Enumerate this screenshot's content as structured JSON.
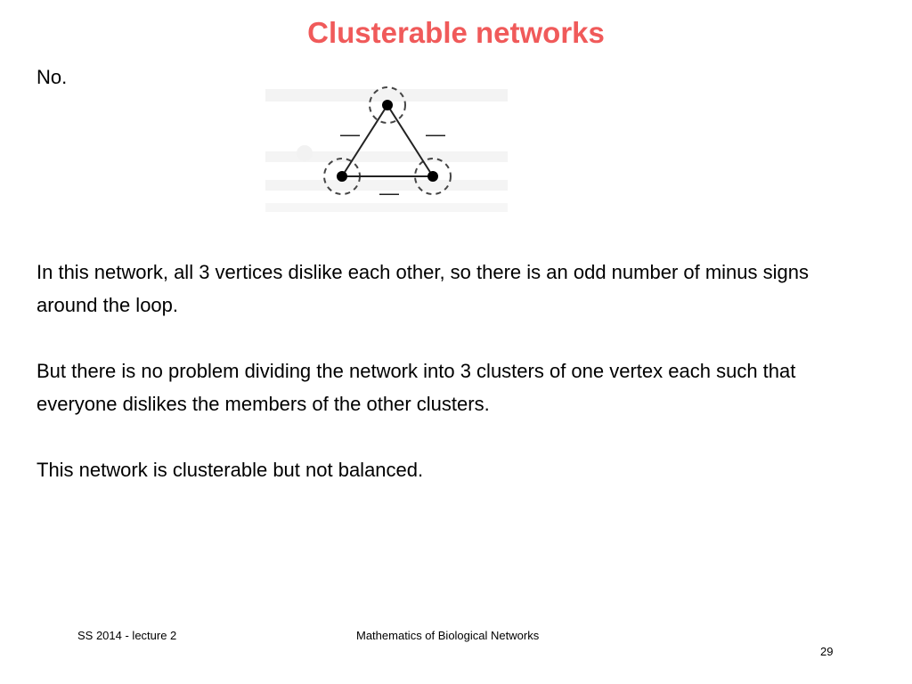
{
  "slide": {
    "title": "Clusterable networks",
    "answer": "No.",
    "paragraphs": [
      "In this network, all 3 vertices dislike each other, so there is an odd number of minus signs around the loop.",
      "But there is no problem dividing the network into 3 clusters of one vertex each such that everyone dislikes the members of the other clusters.",
      "This network is clusterable but not balanced."
    ]
  },
  "figure": {
    "edge_signs": [
      "—",
      "—",
      "—"
    ]
  },
  "footer": {
    "left": "SS 2014 - lecture 2",
    "center": "Mathematics of Biological Networks",
    "page": "29"
  },
  "colors": {
    "title": "#f05a5a",
    "text": "#000000",
    "background": "#ffffff"
  }
}
